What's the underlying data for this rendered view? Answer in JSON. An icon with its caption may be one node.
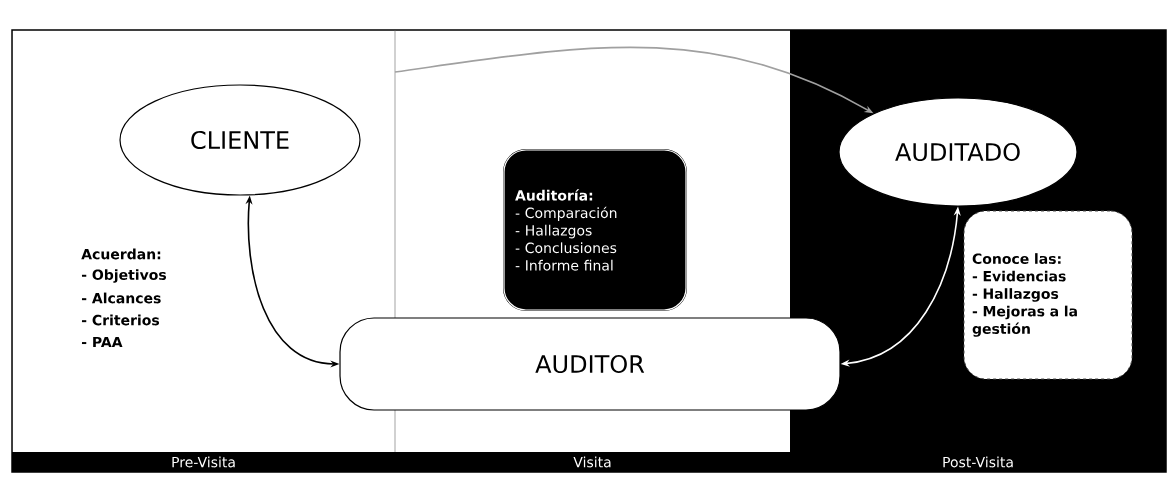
{
  "diagram": {
    "nodes": [
      {
        "text": [
          "CLIENTE"
        ]
      },
      {
        "text": [
          "Auditoría:",
          "- Comparación",
          "- Hallazgos",
          "- Conclusiones",
          "- Informe final"
        ]
      },
      {
        "text": [
          "AUDITADO"
        ]
      },
      {
        "text": [
          "Conoce las:",
          "- Evidencias",
          "- Hallazgos",
          "- Mejoras a la gestión"
        ]
      },
      {
        "text": [
          "AUDITOR"
        ]
      }
    ],
    "edges": [
      {
        "from": null,
        "to": 2,
        "arrow": "to",
        "color": "#a0a0a0"
      },
      {
        "from": 0,
        "to": 4,
        "arrow": "both",
        "color": "#000000"
      },
      {
        "from": 2,
        "to": 4,
        "arrow": "both",
        "color": "#ffffff"
      }
    ],
    "labels": [
      "Acuerdan:",
      "- Objetivos",
      "- Alcances",
      "- Criterios",
      "- PAA",
      "Pre-Visita",
      "Visita",
      "Post-Visita"
    ]
  }
}
